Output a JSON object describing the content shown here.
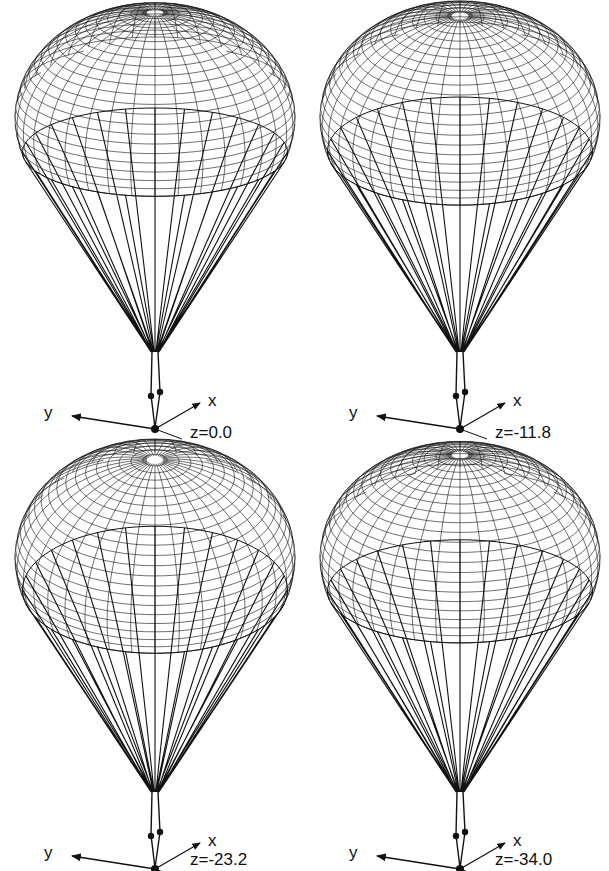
{
  "diagram": {
    "labels": [
      "y",
      "x",
      "z=0.0",
      "y",
      "x",
      "z=-11.8",
      "y",
      "x",
      "z=-23.2",
      "y",
      "x",
      "z=-34.0"
    ]
  }
}
